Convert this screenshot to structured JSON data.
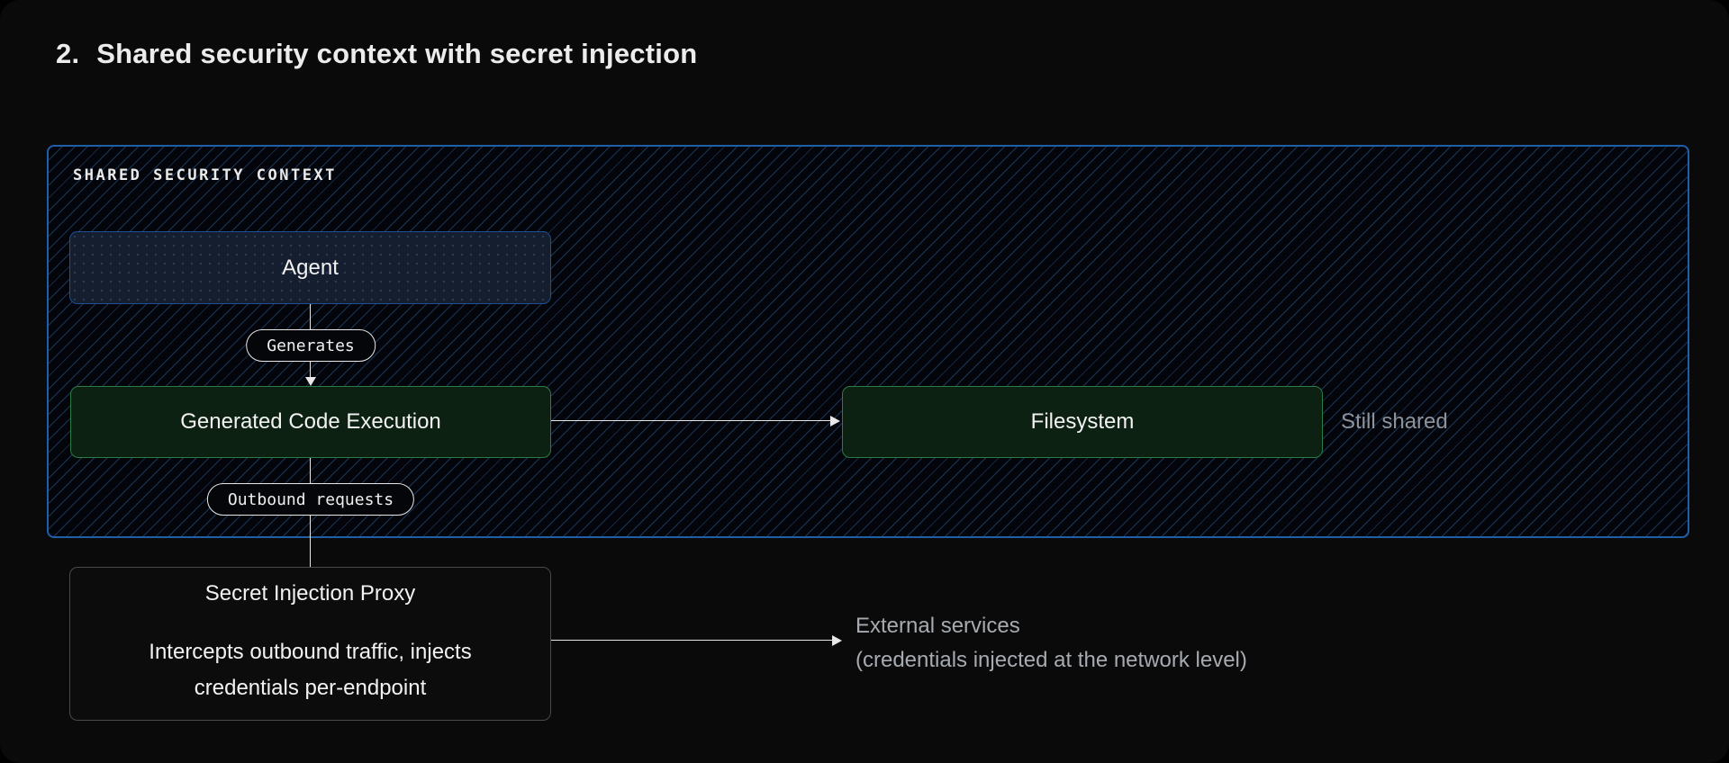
{
  "page": {
    "title_number": "2.",
    "title": "Shared security context with secret injection"
  },
  "diagram": {
    "container_label": "SHARED SECURITY CONTEXT",
    "nodes": {
      "agent": {
        "label": "Agent"
      },
      "generated_code_execution": {
        "label": "Generated Code Execution"
      },
      "filesystem": {
        "label": "Filesystem"
      },
      "secret_injection_proxy": {
        "title": "Secret Injection Proxy",
        "description": "Intercepts outbound traffic, injects credentials per-endpoint"
      }
    },
    "edges": {
      "generates": {
        "label": "Generates"
      },
      "outbound_requests": {
        "label": "Outbound requests"
      }
    },
    "annotations": {
      "still_shared": "Still shared",
      "external_services_line1": "External services",
      "external_services_line2": "(credentials injected at the network level)"
    },
    "colors": {
      "context_border": "#1f5fa8",
      "hatch_line": "rgba(45,92,152,0.55)",
      "agent_fill": "#141e2e",
      "agent_border": "#1f5096",
      "agent_dot": "rgba(96,134,184,0.30)",
      "green_fill": "#0d2113",
      "green_border": "#2c7a44",
      "proxy_fill": "#0c0c0c",
      "proxy_border": "#4a4a4a",
      "muted_text": "#8e949b",
      "muted_text2": "#a6abb1"
    }
  }
}
